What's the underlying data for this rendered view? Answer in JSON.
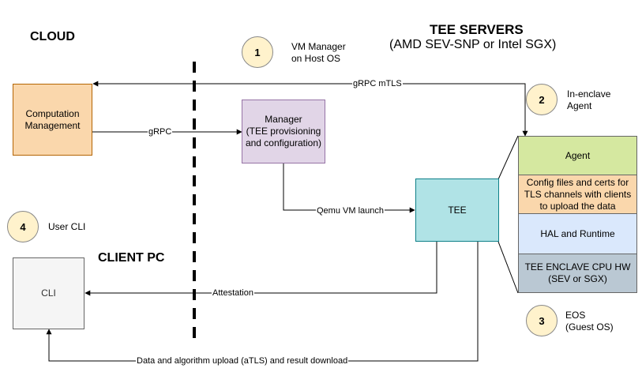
{
  "headings": {
    "cloud": "CLOUD",
    "tee_servers": "TEE SERVERS",
    "tee_servers_sub": "(AMD SEV-SNP or Intel SGX)",
    "client_pc": "CLIENT PC"
  },
  "markers": [
    {
      "number": "1",
      "note": "VM Manager\non Host OS"
    },
    {
      "number": "2",
      "note": "In-enclave\nAgent"
    },
    {
      "number": "3",
      "note": "EOS\n(Guest OS)"
    },
    {
      "number": "4",
      "note": "User CLI"
    }
  ],
  "boxes": {
    "computation_management": "Computation\nManagement",
    "manager": "Manager\n(TEE provisioning\nand configuration)",
    "tee": "TEE",
    "cli": "CLI"
  },
  "enclave_stack": [
    {
      "label": "Agent",
      "color": "#d5e8a0"
    },
    {
      "label": "Config files and certs for\nTLS channels with clients\nto upload the data",
      "color": "#fad7ac"
    },
    {
      "label": "HAL and Runtime",
      "color": "#dae8fc"
    },
    {
      "label": "TEE ENCLAVE CPU HW\n(SEV or SGX)",
      "color": "#bac8d3"
    }
  ],
  "edges": {
    "grpc_mtls": "gRPC mTLS",
    "grpc": "gRPC",
    "qemu": "Qemu VM launch",
    "attestation": "Attestation",
    "data_upload": "Data and algorithm upload (aTLS) and result download"
  },
  "colors": {
    "computation_management": "#fad7ac",
    "computation_management_border": "#b46504",
    "manager": "#e1d5e7",
    "manager_border": "#9673a6",
    "tee": "#b0e3e6",
    "tee_border": "#0e8088",
    "cli": "#f5f5f5",
    "cli_border": "#666666",
    "marker": "#fff2cc"
  }
}
